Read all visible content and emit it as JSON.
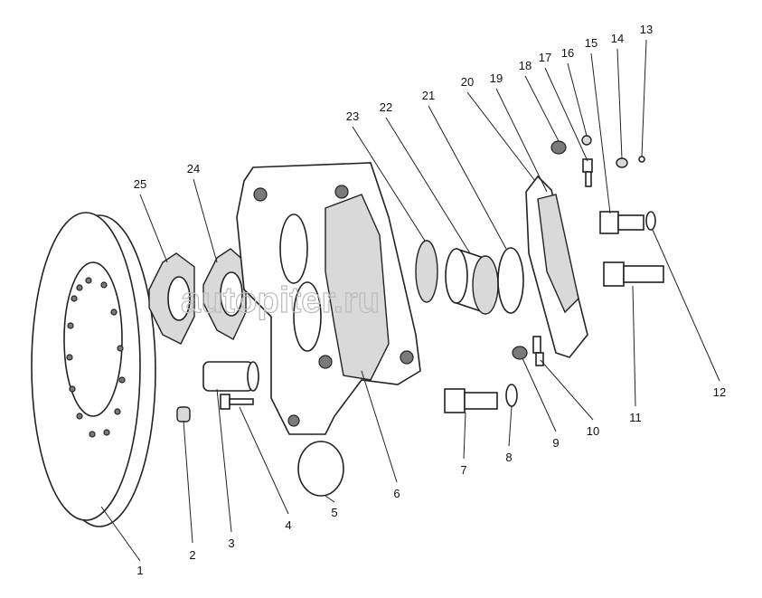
{
  "diagram": {
    "type": "exploded-parts-view",
    "watermark": "autopiter.ru",
    "callouts": [
      "1",
      "2",
      "3",
      "4",
      "5",
      "6",
      "7",
      "8",
      "9",
      "10",
      "11",
      "12",
      "13",
      "14",
      "15",
      "16",
      "17",
      "18",
      "19",
      "20",
      "21",
      "22",
      "23",
      "24",
      "25"
    ]
  }
}
